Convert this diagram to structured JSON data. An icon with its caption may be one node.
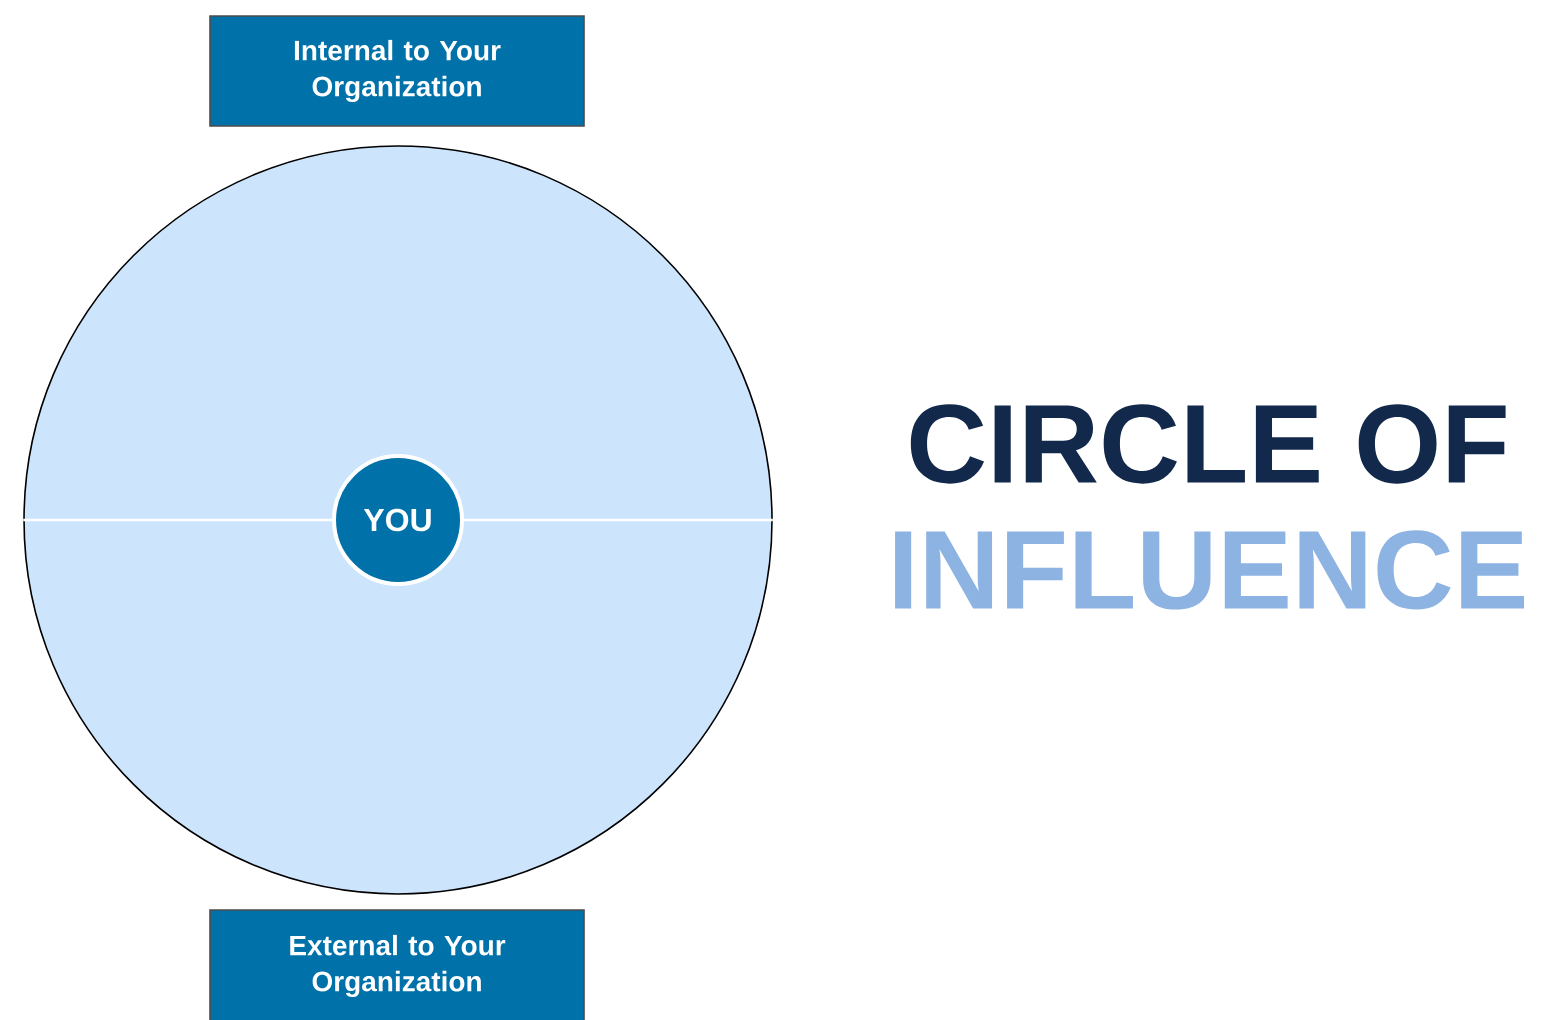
{
  "diagram": {
    "nodes": [
      {
        "text": [],
        "shape": "circle"
      },
      {
        "text": [
          "YOU"
        ],
        "in": 0
      },
      {
        "text": [
          "Internal to Your Organization"
        ]
      },
      {
        "text": [
          "External to Your Organization"
        ]
      }
    ],
    "labels": [
      "CIRCLE OF",
      "INFLUENCE"
    ]
  }
}
